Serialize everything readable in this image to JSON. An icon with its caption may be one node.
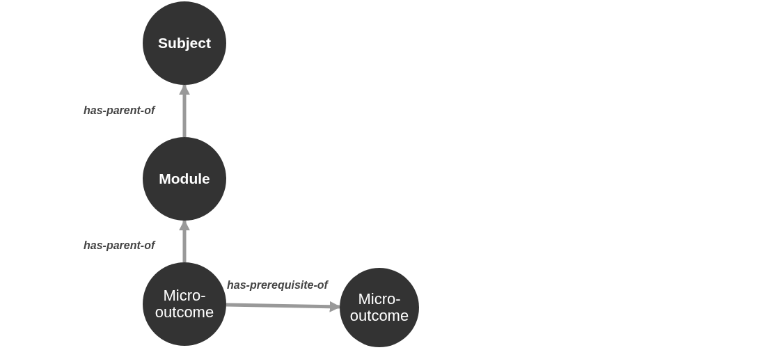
{
  "diagram": {
    "nodes": [
      {
        "text": [
          "Subject"
        ]
      },
      {
        "text": [
          "Module"
        ]
      },
      {
        "text": [
          "Micro-outcome"
        ]
      },
      {
        "text": [
          "Micro-outcome"
        ]
      }
    ],
    "edges": [
      {
        "from": 1,
        "to": 0,
        "arrow": "to",
        "label": "has-parent-of"
      },
      {
        "from": 2,
        "to": 1,
        "arrow": "to",
        "label": "has-parent-of"
      },
      {
        "from": 2,
        "to": 3,
        "arrow": "to",
        "label": "has-prerequisite-of"
      }
    ]
  }
}
